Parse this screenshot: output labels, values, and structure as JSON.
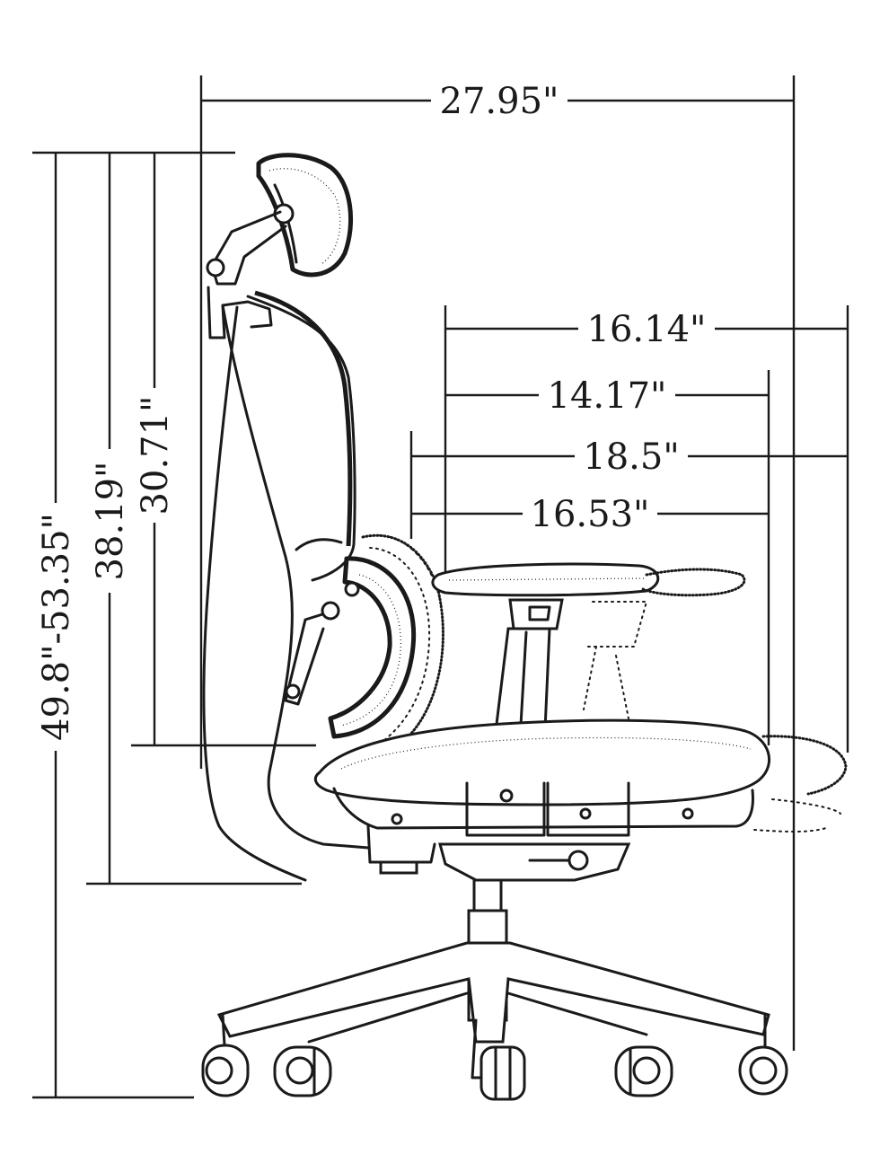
{
  "dimensions": {
    "overall_depth": "27.95\"",
    "armrest_to_front_max": "16.14\"",
    "armrest_to_front_min": "14.17\"",
    "seat_depth_max": "18.5\"",
    "seat_depth_min": "16.53\"",
    "total_height_range": "49.8\"-53.35\"",
    "backrest_top_from_seat": "38.19\"",
    "backrest_height": "30.71\""
  }
}
